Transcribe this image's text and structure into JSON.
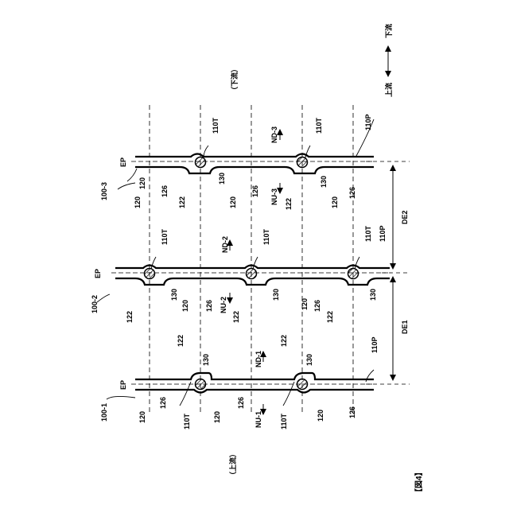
{
  "figure_label": "【図4】",
  "upstream_note": "（上流）",
  "downstream_note": "（下流）",
  "flow_legend": {
    "upstream": "上流",
    "downstream": "下流"
  },
  "belts": [
    {
      "id": "100-1",
      "ep": "EP",
      "belt_top": "120",
      "belt_bottom": "126",
      "hinge": "110T",
      "joint_label": "122",
      "joint_label_alt": "130",
      "nu": "NU-1",
      "nd": "ND-1",
      "end_label": "110P"
    },
    {
      "id": "100-2",
      "ep": "EP",
      "belt_top": "120",
      "belt_bottom": "126",
      "hinge": "110T",
      "joint_label": "122",
      "joint_label_alt": "130",
      "nu": "NU-2",
      "nd": "ND-2",
      "end_label": "110P"
    },
    {
      "id": "100-3",
      "ep": "EP",
      "belt_top": "120",
      "belt_bottom": "126",
      "hinge": "110T",
      "joint_label": "122",
      "joint_label_alt": "130",
      "nu": "NU-3",
      "nd": "ND-3",
      "end_label": "110P"
    }
  ],
  "dimensions": {
    "de1": "DE1",
    "de2": "DE2"
  }
}
